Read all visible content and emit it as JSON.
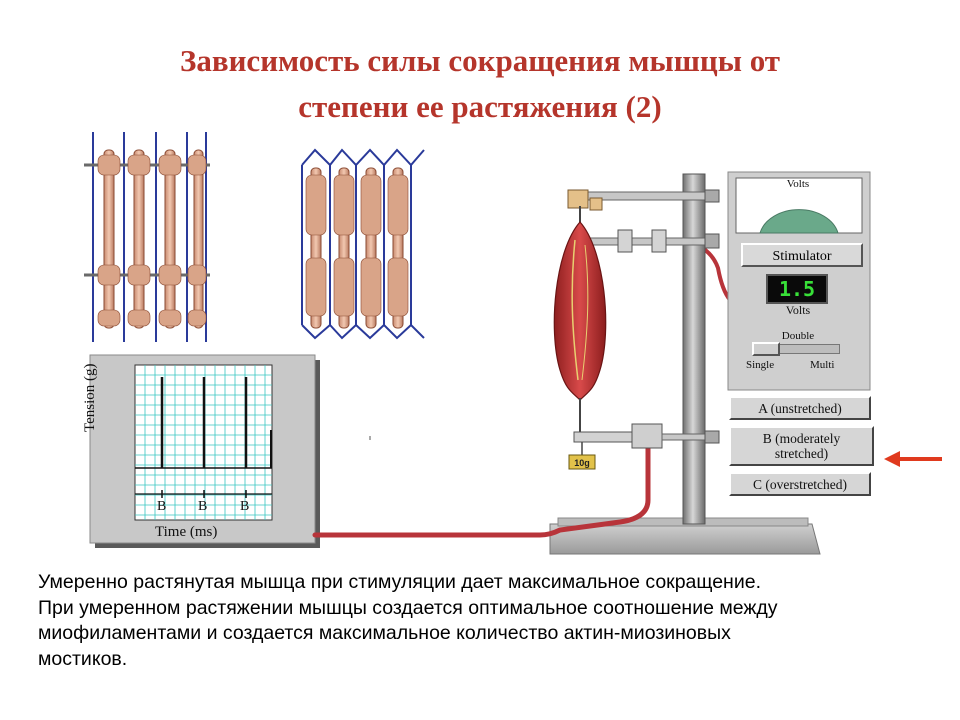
{
  "slide": {
    "title_lines": [
      "Зависимость силы сокращения мышцы от",
      "степени ее растяжения  (2)"
    ],
    "body_lines": [
      "Умеренно растянутая мышца при стимуляции дает максимальное сокращение.",
      "При умеренном растяжении мышцы создается оптимальное соотношение между",
      "миофиламентами и создается максимальное количество актин-миозиновых",
      "мостиков."
    ]
  },
  "apparatus": {
    "gauge_label": "Volts",
    "stimulator_button": "Stimulator",
    "voltage_value": "1.5",
    "voltage_unit": "Volts",
    "mode_slider": {
      "top_label": "Double",
      "left_label": "Single",
      "right_label": "Multi"
    },
    "stretch_options": [
      {
        "lines": [
          "A (unstretched)"
        ]
      },
      {
        "lines": [
          "B (moderately",
          "stretched)"
        ]
      },
      {
        "lines": [
          "C (overstretched)"
        ]
      }
    ],
    "selected_option": "B",
    "weight_label": "10g"
  },
  "recorder": {
    "ylabel": "Tension (g)",
    "xlabel": "Time (ms)",
    "peak_labels": [
      "B",
      "B",
      "B"
    ]
  },
  "colors": {
    "title": "#b5352b",
    "arrow": "#e03a1e",
    "grid": "#37c6c0",
    "lcd_text": "#38e038",
    "muscle": "#c23a3a",
    "cable": "#b8343a"
  }
}
